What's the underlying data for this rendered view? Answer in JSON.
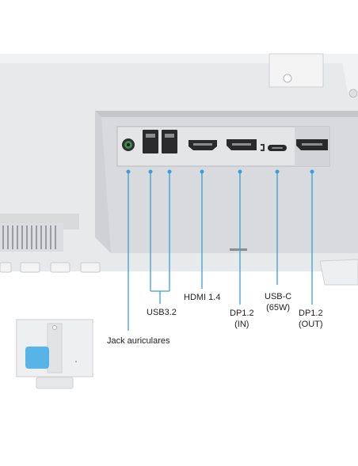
{
  "callouts": {
    "usb": "USB3.2",
    "hdmi": "HDMI 1.4",
    "dp_in_line1": "DP1.2",
    "dp_in_line2": "(IN)",
    "usbc_line1": "USB-C",
    "usbc_line2": "(65W)",
    "dp_out_line1": "DP1.2",
    "dp_out_line2": "(OUT)",
    "jack": "Jack auriculares"
  },
  "colors": {
    "accent": "#3aa0d8",
    "highlight": "#4fb0e6",
    "body": "#e6e7e9",
    "panel": "#d4d6d9",
    "port": "#2a2a2c",
    "jack_ring": "#3c8a4c"
  }
}
